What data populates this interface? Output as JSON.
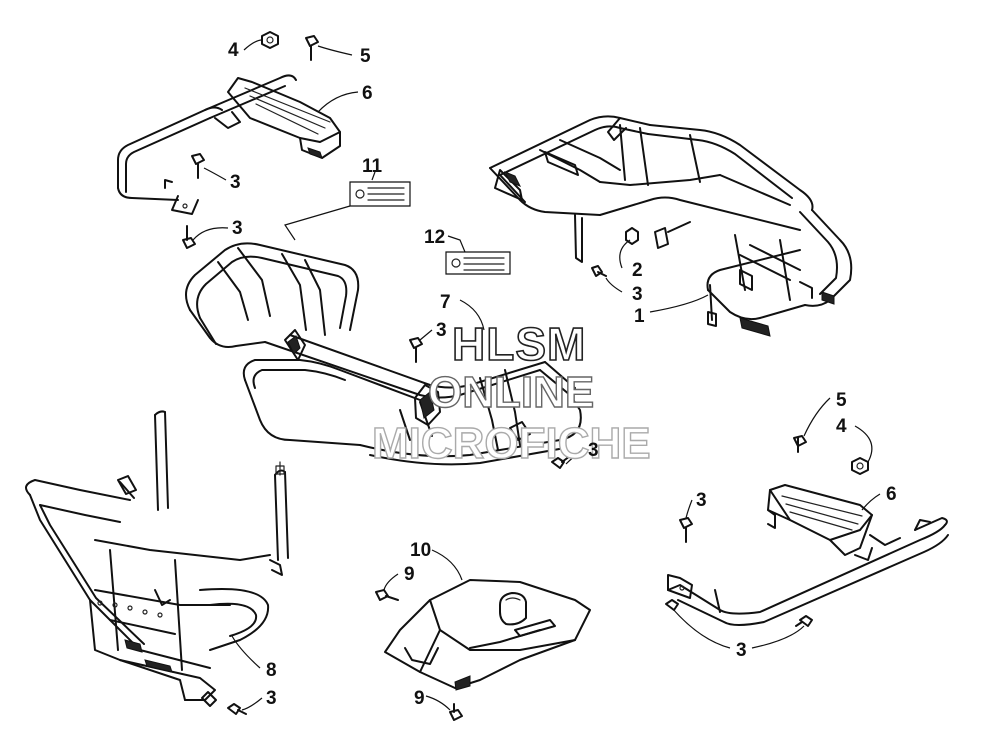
{
  "watermark": {
    "line1": "HLSM",
    "line2": "ONLINE",
    "line3": "MICROFICHE"
  },
  "callouts": [
    {
      "id": "c-4-top",
      "label": "4"
    },
    {
      "id": "c-5-top",
      "label": "5"
    },
    {
      "id": "c-6-top",
      "label": "6"
    },
    {
      "id": "c-3-a",
      "label": "3"
    },
    {
      "id": "c-3-b",
      "label": "3"
    },
    {
      "id": "c-11",
      "label": "11"
    },
    {
      "id": "c-12",
      "label": "12"
    },
    {
      "id": "c-2",
      "label": "2"
    },
    {
      "id": "c-3-c",
      "label": "3"
    },
    {
      "id": "c-1",
      "label": "1"
    },
    {
      "id": "c-7",
      "label": "7"
    },
    {
      "id": "c-3-d",
      "label": "3"
    },
    {
      "id": "c-3-e",
      "label": "3"
    },
    {
      "id": "c-5-right",
      "label": "5"
    },
    {
      "id": "c-4-right",
      "label": "4"
    },
    {
      "id": "c-3-f",
      "label": "3"
    },
    {
      "id": "c-6-right",
      "label": "6"
    },
    {
      "id": "c-10",
      "label": "10"
    },
    {
      "id": "c-9-a",
      "label": "9"
    },
    {
      "id": "c-8",
      "label": "8"
    },
    {
      "id": "c-3-g",
      "label": "3"
    },
    {
      "id": "c-9-b",
      "label": "9"
    },
    {
      "id": "c-3-h",
      "label": "3"
    }
  ]
}
